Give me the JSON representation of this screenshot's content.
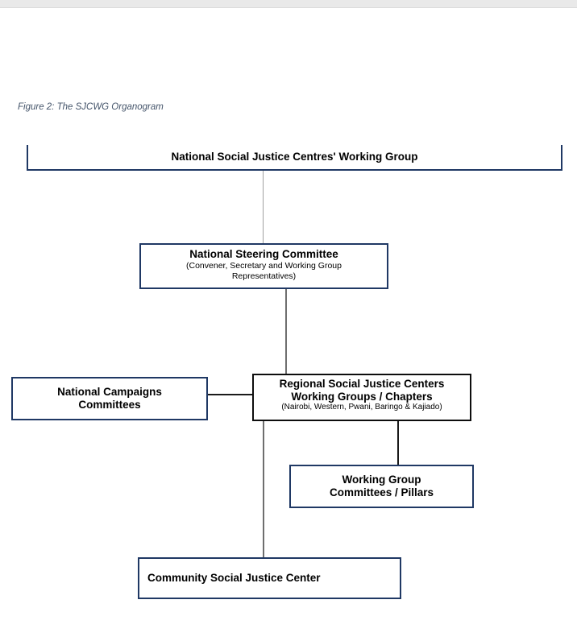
{
  "figure_caption": "Figure 2: The SJCWG Organogram",
  "diagram": {
    "type": "org-chart",
    "nodes": {
      "working_group": {
        "title": "National Social Justice Centres' Working Group"
      },
      "steering": {
        "title": "National Steering Committee",
        "subtitle_line1": "(Convener, Secretary and Working Group",
        "subtitle_line2": "Representatives)"
      },
      "campaigns": {
        "title_line1": "National Campaigns",
        "title_line2": "Committees"
      },
      "regional": {
        "title_line1": "Regional Social Justice Centers",
        "title_line2": "Working Groups / Chapters",
        "subtitle": "(Nairobi, Western, Pwani, Baringo & Kajiado)"
      },
      "pillars": {
        "title_line1": "Working Group",
        "title_line2": "Committees / Pillars"
      },
      "community": {
        "title": "Community Social Justice Center"
      }
    },
    "edges": [
      {
        "from": "working_group",
        "to": "steering"
      },
      {
        "from": "steering",
        "to": "regional"
      },
      {
        "from": "campaigns",
        "to": "regional"
      },
      {
        "from": "regional",
        "to": "pillars"
      },
      {
        "from": "regional",
        "to": "community"
      }
    ]
  },
  "colors": {
    "box_border_navy": "#1f3864",
    "box_border_black": "#0d0d0d",
    "connector_gray_light": "#a0a0a0",
    "connector_gray": "#6e6e6e",
    "connector_black": "#1a1a1a",
    "caption_text": "#44546a",
    "top_strip": "#e9e9e9",
    "page_background": "#ffffff"
  }
}
